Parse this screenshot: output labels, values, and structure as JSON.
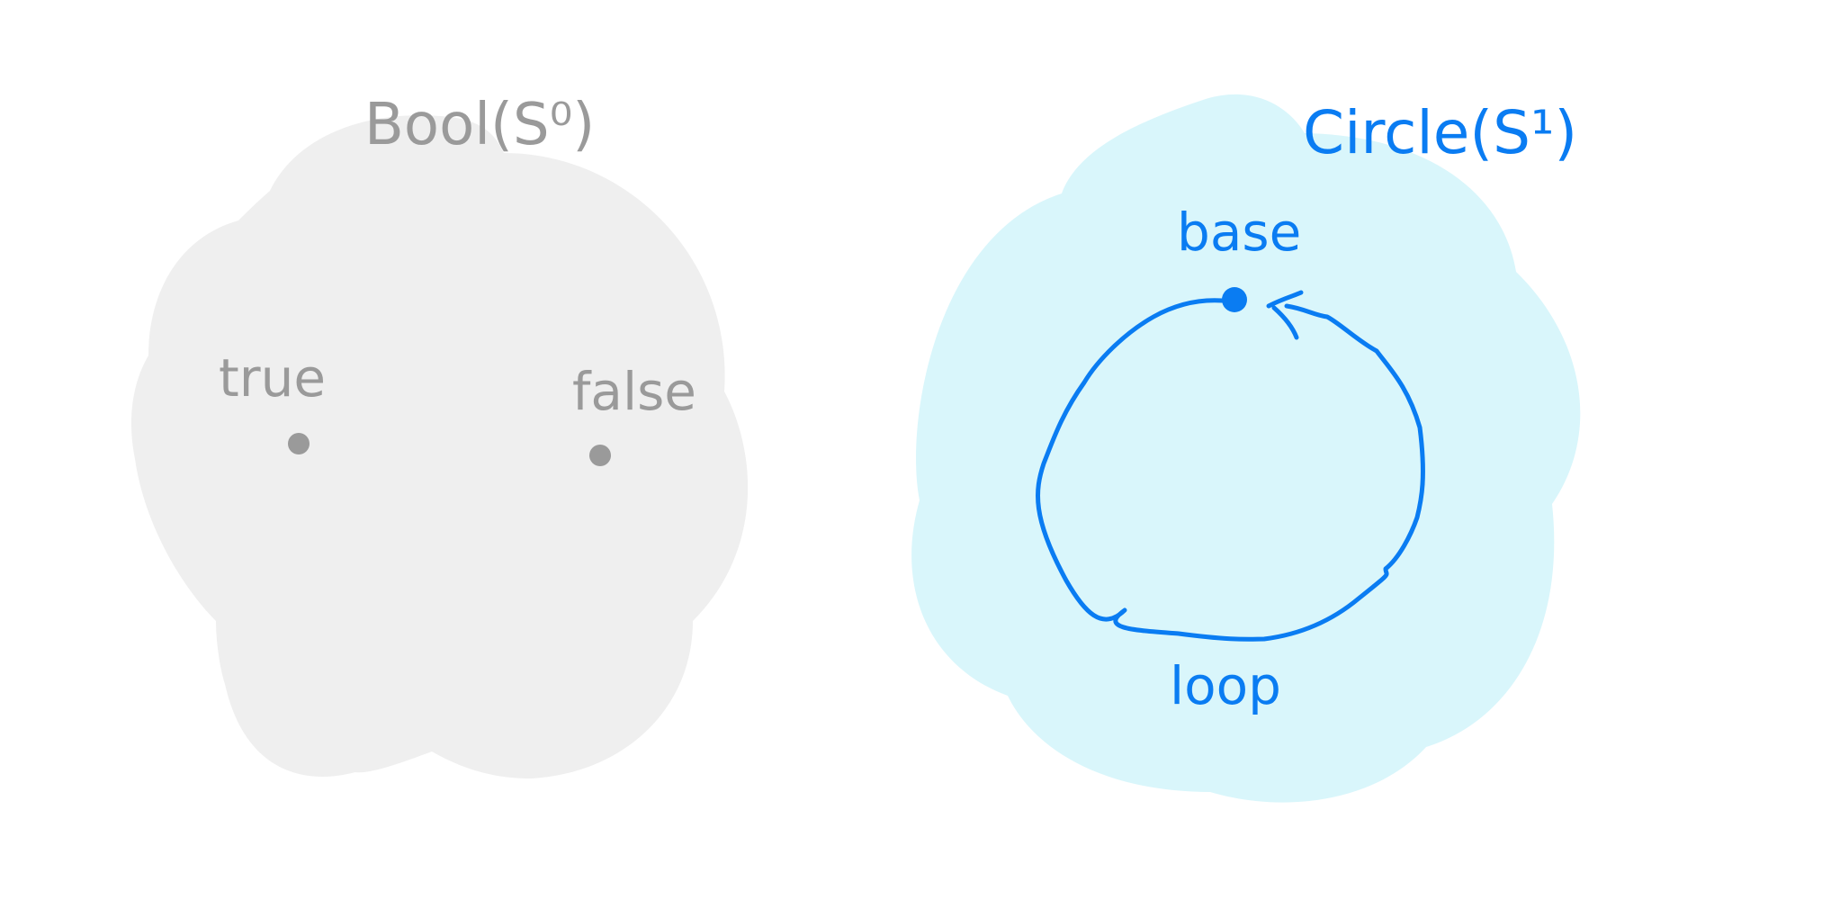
{
  "bool_space": {
    "title": "Bool(S⁰)",
    "points": [
      {
        "label": "true"
      },
      {
        "label": "false"
      }
    ]
  },
  "circle_space": {
    "title": "Circle(S¹)",
    "base_label": "base",
    "loop_label": "loop"
  },
  "colors": {
    "bool_fill": "#efefef",
    "bool_ink": "#9a9a9a",
    "circle_fill": "#d9f6fb",
    "circle_ink": "#0a7cf2"
  }
}
